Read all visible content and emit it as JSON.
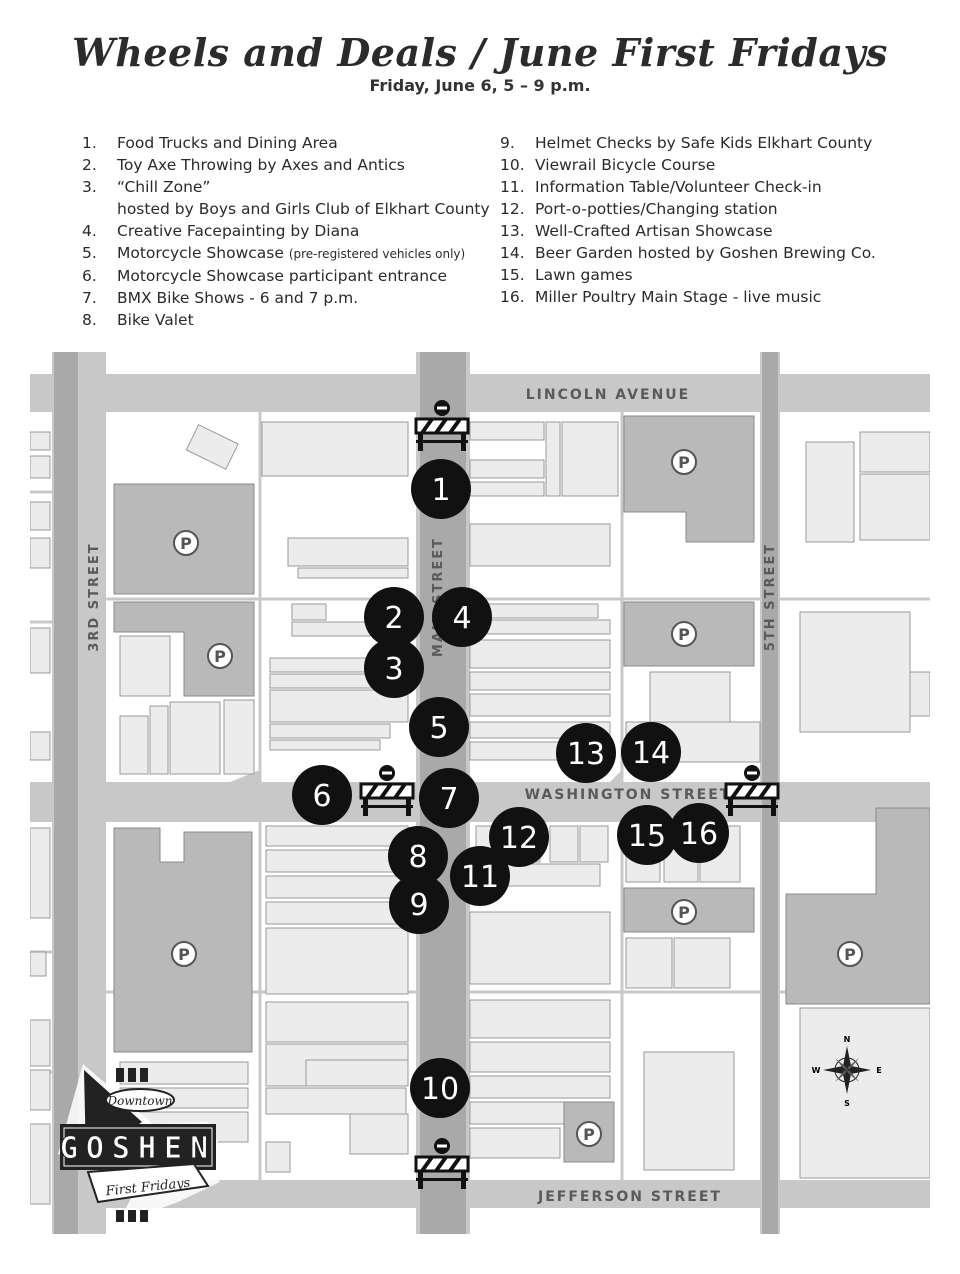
{
  "header": {
    "title": "Wheels and Deals / June First Fridays",
    "subtitle": "Friday, June 6, 5 – 9 p.m."
  },
  "legend": {
    "left": [
      {
        "num": "1.",
        "text": "Food Trucks and Dining Area"
      },
      {
        "num": "2.",
        "text": "Toy Axe Throwing by Axes and Antics"
      },
      {
        "num": "3.",
        "text": "“Chill Zone”"
      },
      {
        "num": "",
        "text": "hosted by Boys and Girls Club of Elkhart County"
      },
      {
        "num": "4.",
        "text": "Creative Facepainting by Diana"
      },
      {
        "num": "5.",
        "text": "Motorcycle Showcase",
        "note": "(pre-registered vehicles only)"
      },
      {
        "num": "6.",
        "text": "Motorcycle Showcase participant entrance"
      },
      {
        "num": "7.",
        "text": "BMX Bike Shows - 6 and 7 p.m."
      },
      {
        "num": "8.",
        "text": "Bike Valet"
      }
    ],
    "right": [
      {
        "num": "9.",
        "text": "Helmet Checks by Safe Kids Elkhart County"
      },
      {
        "num": "10.",
        "text": "Viewrail Bicycle Course"
      },
      {
        "num": "11.",
        "text": "Information Table/Volunteer Check-in"
      },
      {
        "num": "12.",
        "text": "Port-o-potties/Changing station"
      },
      {
        "num": "13.",
        "text": "Well-Crafted Artisan Showcase"
      },
      {
        "num": "14.",
        "text": "Beer Garden hosted by Goshen Brewing Co."
      },
      {
        "num": "15.",
        "text": "Lawn games"
      },
      {
        "num": "16.",
        "text": "Miller Poultry Main Stage - live music"
      }
    ]
  },
  "map": {
    "streets": {
      "lincoln": "LINCOLN AVENUE",
      "washington": "WASHINGTON STREET",
      "jefferson": "JEFFERSON STREET",
      "third": "3RD STREET",
      "main": "MAIN STREET",
      "fifth": "5TH STREET"
    },
    "parking_symbol": "P",
    "markers": [
      "1",
      "2",
      "3",
      "4",
      "5",
      "6",
      "7",
      "8",
      "9",
      "10",
      "11",
      "12",
      "13",
      "14",
      "15",
      "16"
    ],
    "logo": {
      "top": "Downtown",
      "middle": "GOSHEN",
      "bottom": "First Fridays"
    },
    "compass": {
      "n": "N",
      "s": "S",
      "e": "E",
      "w": "W"
    },
    "colors": {
      "street": "#c8c8c8",
      "block": "#ffffff",
      "building_light": "#ececec",
      "building_dark": "#b9b9b9",
      "marker": "#111111"
    }
  }
}
